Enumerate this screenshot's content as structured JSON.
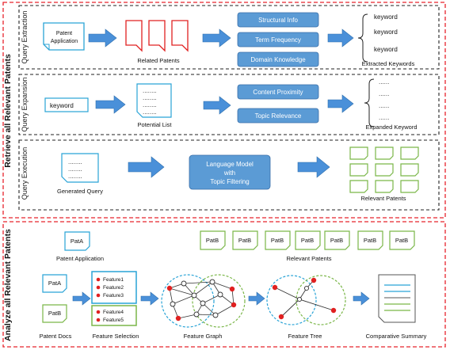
{
  "sections": {
    "retrieve": "Retrieve all Relevant Patents",
    "analyze": "Analyze all Relevant Patents"
  },
  "query_extraction": {
    "title": "Query Extraction",
    "patent_doc": [
      "Patent",
      "Application"
    ],
    "related_label": "Related Patents",
    "factors": [
      "Structural Info",
      "Term Frequency",
      "Domain Knowledge"
    ],
    "keywords": [
      "keyword",
      "keyword",
      "keyword"
    ],
    "keywords_label": "Extracted Keywords"
  },
  "query_expansion": {
    "title": "Query Expansion",
    "keyword": "keyword",
    "list_label": "Potential List",
    "dots": "........",
    "factors": [
      "Content Proximity",
      "Topic Relevance"
    ],
    "expanded_dots": "......",
    "expanded_label": "Expanded Keyword"
  },
  "query_execution": {
    "title": "Query Execution",
    "query_label": "Generated Query",
    "model": [
      "Language Model",
      "with",
      "Topic Filtering"
    ],
    "relevant_label": "Relevant Patents"
  },
  "analysis": {
    "pat_a": "PatA",
    "pat_b": "PatB",
    "patent_app_label": "Patent Application",
    "relevant_patents": [
      "PatB",
      "PatB",
      "PatB",
      "PatB",
      "PatB",
      "PatB",
      "PatB"
    ],
    "relevant_label": "Relevant Patents",
    "docs_label": "Patent Docs",
    "features_a": [
      "Feature1",
      "Feature2",
      "Feature3"
    ],
    "features_b": [
      "Feature4",
      "Feature5"
    ],
    "feature_selection_label": "Feature Selection",
    "feature_graph_label": "Feature Graph",
    "feature_tree_label": "Feature Tree",
    "summary_label": "Comparative Summary"
  },
  "colors": {
    "red_dash": "#e8242c",
    "blue": "#4a90d9",
    "box_blue": "#5b9bd5",
    "red": "#e02020",
    "green": "#7ab648",
    "cyan": "#29a3d6"
  }
}
